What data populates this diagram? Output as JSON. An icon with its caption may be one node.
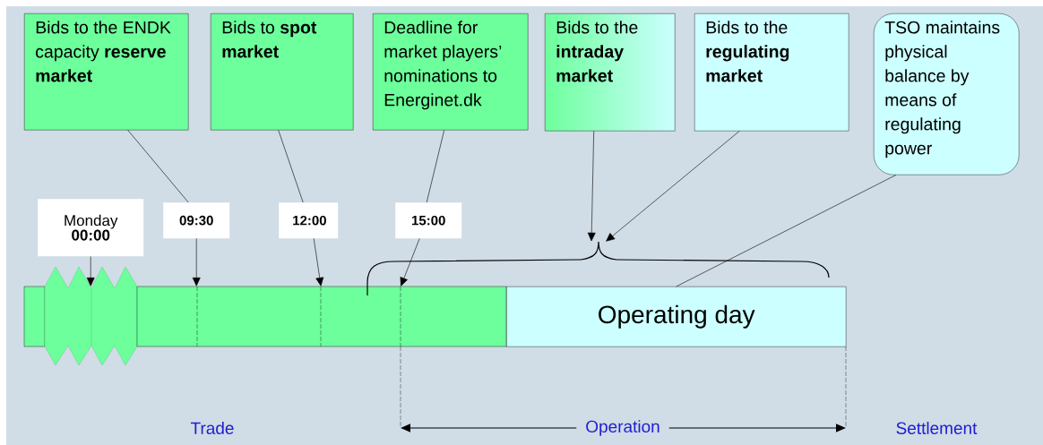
{
  "diagram": {
    "nodes": [
      {
        "text": [
          "Bids to the ENDK capacity **reserve market**"
        ]
      },
      {
        "text": [
          "Bids to **spot market**"
        ]
      },
      {
        "text": [
          "Deadline for market players’ nominations to Energinet.dk"
        ]
      },
      {
        "text": [
          "Bids to the **intraday market**"
        ]
      },
      {
        "text": [
          "Bids to the **regulating market**"
        ]
      },
      {
        "text": [
          "TSO maintains physical balance by means of regulating power"
        ]
      },
      {
        "text": [
          "Monday **00:00**"
        ]
      },
      {
        "text": [
          "09:30"
        ]
      },
      {
        "text": [
          "12:00"
        ]
      },
      {
        "text": [
          "15:00"
        ]
      },
      {
        "text": [
          "Operating day"
        ]
      },
      {
        "text": [],
        "shape": "bar"
      },
      {
        "text": [],
        "shape": "brace"
      }
    ],
    "edges": [
      {
        "from": 0,
        "to": 7,
        "arrow": "none"
      },
      {
        "from": 1,
        "to": 8,
        "arrow": "none"
      },
      {
        "from": 2,
        "to": 9,
        "arrow": "none"
      },
      {
        "from": 6,
        "to": 11,
        "arrow": "to"
      },
      {
        "from": 7,
        "to": 11,
        "arrow": "to"
      },
      {
        "from": 8,
        "to": 11,
        "arrow": "to"
      },
      {
        "from": 9,
        "to": 11,
        "arrow": "to"
      },
      {
        "from": 3,
        "to": 12,
        "arrow": "to"
      },
      {
        "from": 4,
        "to": 12,
        "arrow": "to"
      },
      {
        "from": 5,
        "to": 10,
        "arrow": "none"
      }
    ],
    "labels": [
      "Trade",
      "Operation",
      "Settlement"
    ]
  }
}
